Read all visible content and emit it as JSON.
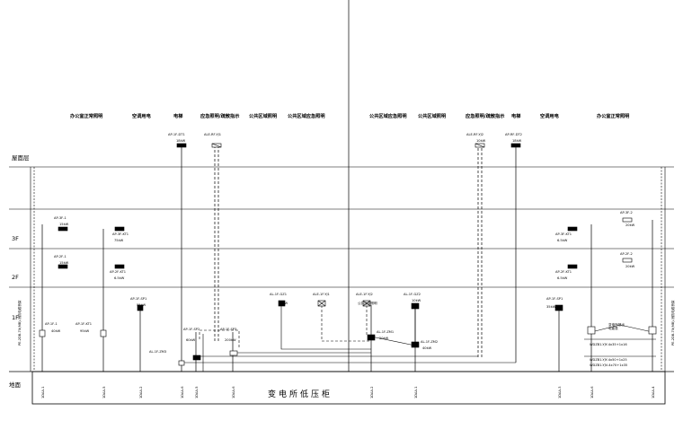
{
  "title": "变电所低压柜",
  "ground": "地面",
  "roof": "屋面层",
  "floors": [
    "3F",
    "2F",
    "1F"
  ],
  "top_labels": [
    "办公室正常照明",
    "空调用电",
    "电梯",
    "应急照明/疏散指示",
    "公共区域照明",
    "公共区域应急照明",
    "公共区域应急照明",
    "公共区域照明",
    "应急照明/疏散指示",
    "电梯",
    "空调用电",
    "办公室正常照明"
  ],
  "cabinets": [
    "1DAA-1",
    "1DAA-5",
    "1DAA-2",
    "1DAA-6",
    "1DAA-5",
    "1DAA-6",
    "1DAA-2",
    "1DAA-1",
    "1DAA-3",
    "1DAA-6",
    "1DAA-4"
  ],
  "vertical_notes": [
    "PE-2DB-7X(MB)-消防电缆桥架",
    "PE-2DB-7X(MB)-消防电缆桥架"
  ],
  "equipment": [
    {
      "name": "AP-1F-DT1",
      "val": "18kW"
    },
    {
      "name": "ALE-RF-YJ1",
      "val": ""
    },
    {
      "name": "ALE-RF-YJ2",
      "val": "10kW"
    },
    {
      "name": "AP-RF-DT2",
      "val": "18kW"
    },
    {
      "name": "AP-3F-1",
      "val": "15kW"
    },
    {
      "name": "AP-3F-KT1",
      "val": "75kW"
    },
    {
      "name": "AP-3F-KT1",
      "val": "6.5kW"
    },
    {
      "name": "AP-3F-2",
      "val": "20kW"
    },
    {
      "name": "AP-2F-1",
      "val": "15kW"
    },
    {
      "name": "AP-2F-KT1",
      "val": "6.5kW"
    },
    {
      "name": "AP-2F-KT1",
      "val": "6.5kW"
    },
    {
      "name": "AP-2F-2",
      "val": "20kW"
    },
    {
      "name": "AP-1F-1",
      "val": "40kW"
    },
    {
      "name": "AP-1F-KT1",
      "val": "95kW"
    },
    {
      "name": "AP-1F-SP1",
      "val": "55kW"
    },
    {
      "name": "AL-1F-GZ1",
      "val": "10kW"
    },
    {
      "name": "ALE-1F-YJ1",
      "val": ""
    },
    {
      "name": "ALE-1F-YJ2",
      "val": "公共应急照明"
    },
    {
      "name": "AL-1F-GZ2",
      "val": "10kW"
    },
    {
      "name": "AP-1F-SP2",
      "val": "60kW"
    },
    {
      "name": "AP-1F-SP3",
      "val": "200kW"
    },
    {
      "name": "AP-1F-SP1",
      "val": "35kW"
    },
    {
      "name": "AL-1F-ZM1",
      "val": "20kW"
    },
    {
      "name": "AL-1F-ZM2",
      "val": "40kW"
    },
    {
      "name": "AL-1F-ZM3",
      "val": ""
    }
  ],
  "cables": [
    "WDZB1-YJY-4x35+1x16",
    "WDZB1-YJY-4x50+1x25",
    "WDZB1-YJV-4x70+1x35"
  ],
  "small_labels": [
    "变电所馈出",
    "电能表"
  ],
  "colors": {
    "line": "#000000",
    "paper": "#ffffff"
  }
}
